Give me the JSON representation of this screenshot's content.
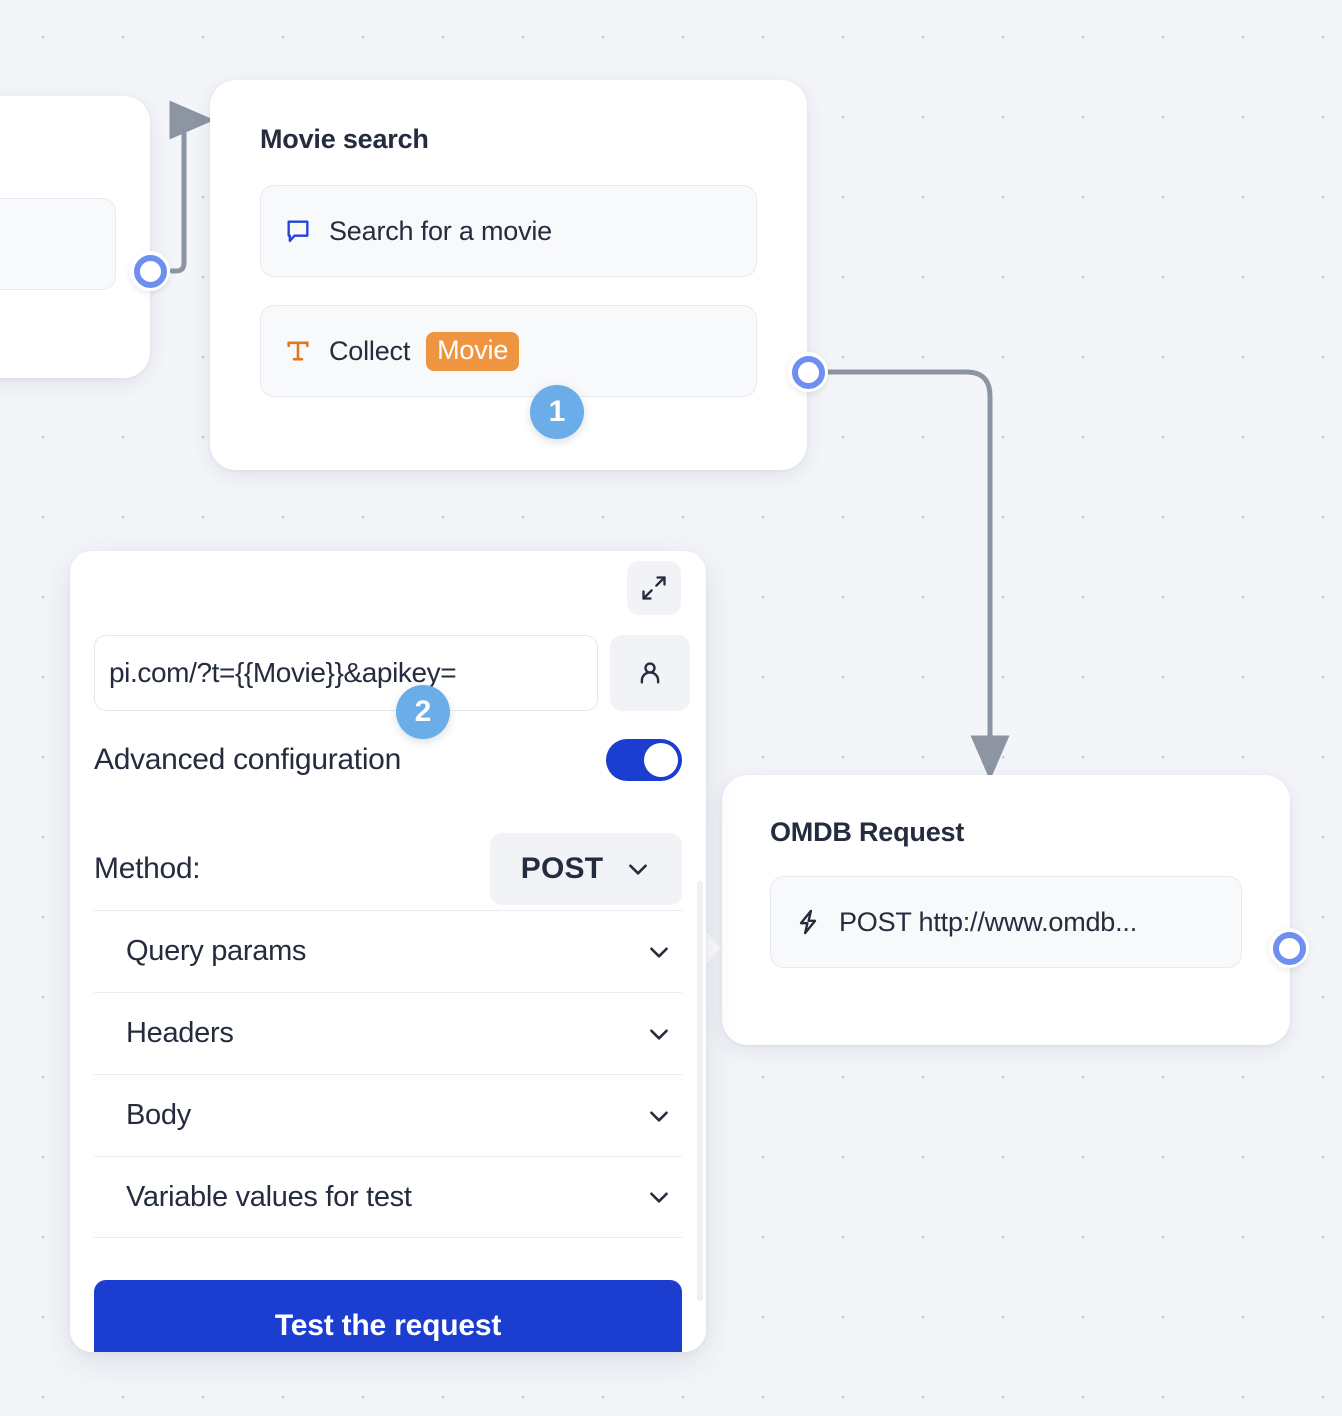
{
  "canvas": {
    "background_color": "#f3f5f9",
    "grid_dot_color": "#c3cbd9"
  },
  "nodes": [
    {
      "id": "movie-search",
      "title": "Movie search",
      "rows": [
        {
          "icon": "speech-bubble-icon",
          "label": "Search for a movie",
          "icon_color": "#2442d8"
        },
        {
          "icon": "text-t-icon",
          "label": "Collect",
          "icon_color": "#e0781f",
          "variable_chip": "Movie",
          "chip_color": "#ef9440"
        }
      ]
    },
    {
      "id": "omdb-request",
      "title": "OMDB Request",
      "rows": [
        {
          "icon": "lightning-bolt-icon",
          "label": "POST http://www.omdb...",
          "icon_color": "#242c3d"
        }
      ]
    }
  ],
  "badges": [
    {
      "id": "badge-1",
      "label": "1",
      "color": "#6aade8"
    },
    {
      "id": "badge-2",
      "label": "2",
      "color": "#6aade8"
    }
  ],
  "ports": {
    "color": "#6f8ff0",
    "left_port": "connector-port",
    "search_output_port": "connector-port",
    "omdb_output_port": "connector-port"
  },
  "config_panel": {
    "expand_button_icon": "expand-diagonal-icon",
    "url": {
      "value": "pi.com/?t={{Movie}}&apikey=",
      "auth_button_icon": "person-icon"
    },
    "advanced_configuration": {
      "label": "Advanced configuration",
      "enabled": true,
      "toggle_color": "#1b3ed1"
    },
    "method": {
      "label": "Method:",
      "value": "POST",
      "chevron_icon": "chevron-down-icon"
    },
    "sections": [
      {
        "label": "Query params",
        "chevron_icon": "chevron-down-icon",
        "expanded": false
      },
      {
        "label": "Headers",
        "chevron_icon": "chevron-down-icon",
        "expanded": false
      },
      {
        "label": "Body",
        "chevron_icon": "chevron-down-icon",
        "expanded": false
      },
      {
        "label": "Variable values for test",
        "chevron_icon": "chevron-down-icon",
        "expanded": false
      }
    ],
    "test_button": {
      "label": "Test the request",
      "color": "#1b3ed1"
    }
  }
}
